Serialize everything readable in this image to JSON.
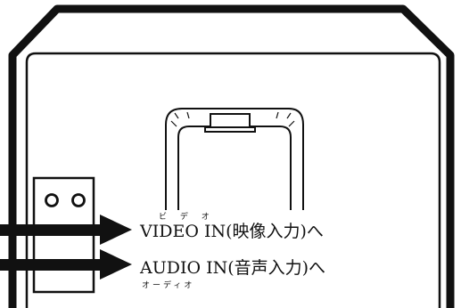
{
  "labels": {
    "video": "VIDEO IN(映像入力)へ",
    "video_ruby": "ビ デ オ",
    "audio": "AUDIO IN(音声入力)へ",
    "audio_ruby": "オーディオ"
  },
  "colors": {
    "ink": "#111111",
    "background": "#ffffff"
  }
}
